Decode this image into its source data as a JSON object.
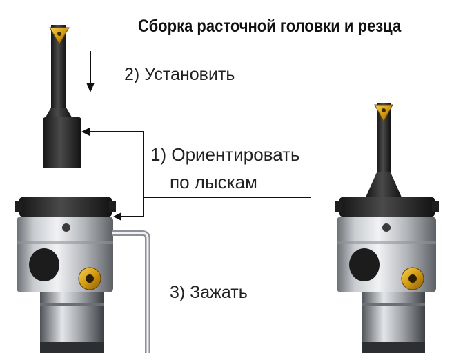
{
  "title": "Сборка расточной головки и резца",
  "steps": {
    "step_install": "2) Установить",
    "step_orient_line1": "1) Ориентировать",
    "step_orient_line2": "по лыскам",
    "step_clamp": "3) Зажать"
  },
  "colors": {
    "text": "#222222",
    "arrow": "#111111",
    "insert_gold": "#d9a21a",
    "tool_dark": "#2a2a2a",
    "body_steel": "#b9bcc1"
  },
  "icons": {
    "install_direction": "arrow-down-icon",
    "orient_pointer": "arrow-left-icon",
    "clamp_tool": "hex-key-icon",
    "cutting_insert": "triangular-insert-icon",
    "clamp_screw": "set-screw-icon"
  }
}
